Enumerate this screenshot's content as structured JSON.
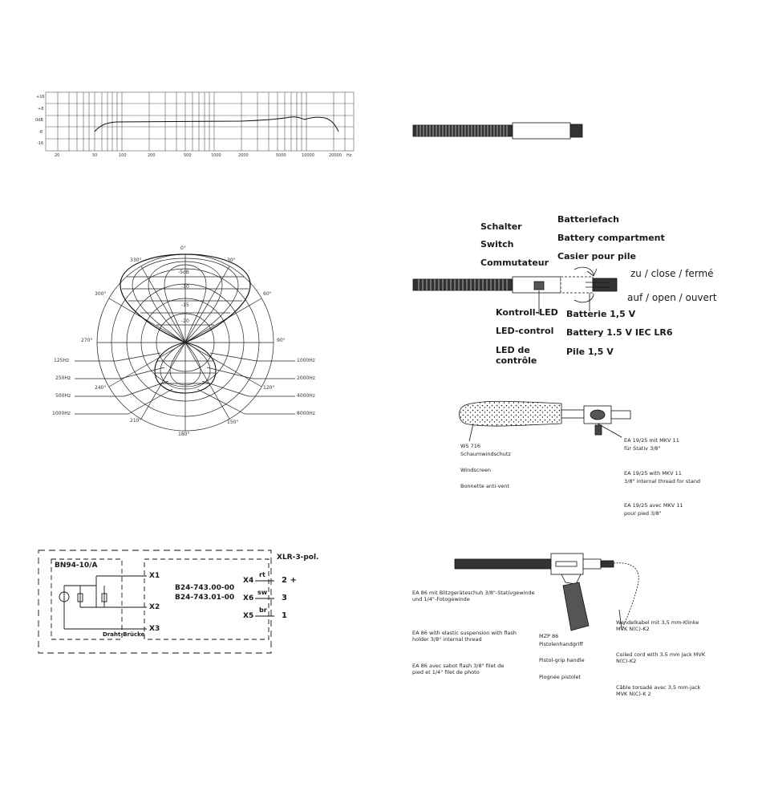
{
  "freq_chart": {
    "y_ticks": [
      "+16",
      "+8",
      "0dB",
      "-8",
      "-16"
    ],
    "x_ticks": [
      "20",
      "50",
      "100",
      "200",
      "500",
      "1000",
      "2000",
      "5000",
      "10000",
      "20000"
    ],
    "x_unit": "Hz"
  },
  "polar": {
    "angles": [
      "0°",
      "30°",
      "60°",
      "90°",
      "120°",
      "150°",
      "180°",
      "210°",
      "240°",
      "270°",
      "300°",
      "330°"
    ],
    "rings": [
      "-5dB",
      "-10",
      "-15",
      "-20"
    ],
    "left_freqs": [
      "125Hz",
      "250Hz",
      "500Hz",
      "1000Hz"
    ],
    "right_freqs": [
      "1000Hz",
      "2000Hz",
      "4000Hz",
      "8000Hz"
    ]
  },
  "battery": {
    "switch": [
      "Schalter",
      "Switch",
      "Commutateur"
    ],
    "compartment": [
      "Batteriefach",
      "Battery compartment",
      "Casier pour pile"
    ],
    "close": "zu / close / fermé",
    "open": "auf / open / ouvert",
    "led": [
      "Kontroll-LED",
      "LED-control",
      "LED de contrôle"
    ],
    "battery": [
      "Batterie 1,5 V",
      "Battery 1.5 V IEC LR6",
      "Pile 1,5 V"
    ]
  },
  "windscreen": {
    "ws": [
      "WS 716",
      "Schaumwindschutz"
    ],
    "ws_en": "Windscreen",
    "ws_fr": "Bonnette anti-vent",
    "ea_de": [
      "EA 19/25 mit MKV 11",
      "für Stativ 3/8\""
    ],
    "ea_en": [
      "EA 19/25 with MKV 11",
      "3/8\" internal thread for stand"
    ],
    "ea_fr": [
      "EA 19/25 avec MKV 11",
      "pour pied 3/8\""
    ]
  },
  "schematic": {
    "box": "BN94-10/A",
    "x1": "X1",
    "x2": "X2",
    "x3": "X3",
    "bridge": "Draht-Brücke",
    "parts": [
      "B24-743.00-00",
      "B24-743.01-00"
    ],
    "xlr": "XLR-3-pol.",
    "x4": "X4",
    "x6": "X6",
    "x5": "X5",
    "rt": "rt",
    "sw": "sw",
    "br": "br",
    "p2": "2 +",
    "p3": "3",
    "p1": "1"
  },
  "pistol": {
    "ea86_de": "EA 86 mit Blitzgeräteschuh 3/8\"-Stativgewinde und 1/4\"-Fotogewinde",
    "ea86_en": "EA 86 with elastic suspension with flash holder 3/8\" internal thread",
    "ea86_fr": "EA 86 avec sabot flash 3/8\" filet de pied et 1/4\" filet de photo",
    "mzp": [
      "MZP 86",
      "Pistolenhandgriff"
    ],
    "mzp_en": "Pistol-grip handle",
    "mzp_fr": "Piognée pistolet",
    "cable_de": "Wendelkabel mit 3,5 mm-Klinke MVK N(C)-K2",
    "cable_en": "Coiled cord with 3.5 mm jack MVK N(C)-K2",
    "cable_fr": "Câble torsadé avec 3,5 mm-jack MVK N(C)-K 2"
  }
}
